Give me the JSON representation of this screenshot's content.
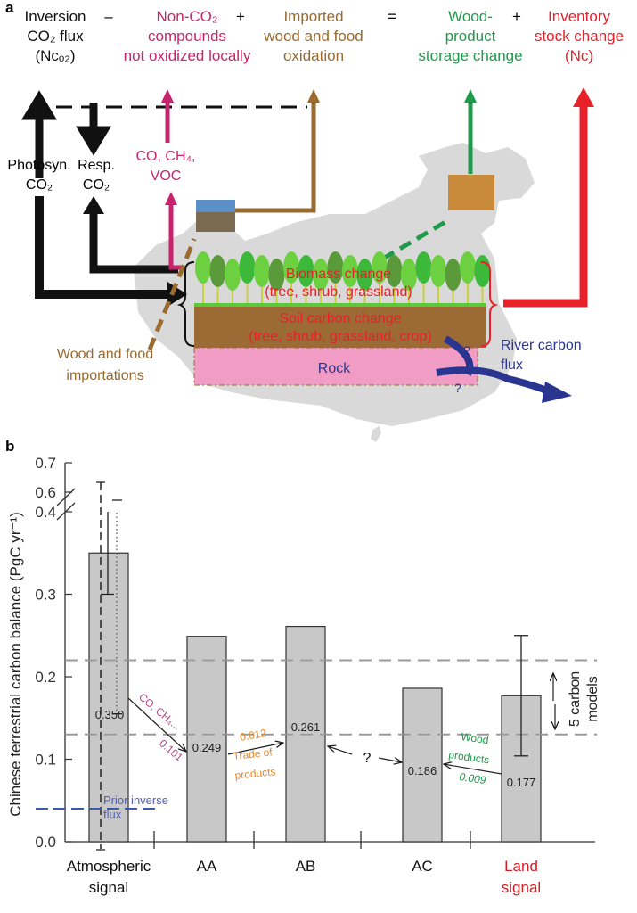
{
  "panel_a": {
    "label": "a",
    "equation": [
      {
        "lines": [
          "Inversion",
          "CO₂ flux",
          "(Nᴄₒ₂)"
        ],
        "color": "#111111"
      },
      {
        "op": "–"
      },
      {
        "lines": [
          "Non-CO₂",
          "compounds",
          "not oxidized locally"
        ],
        "color": "#c8246e"
      },
      {
        "op": "+"
      },
      {
        "lines": [
          "Imported",
          "wood and food",
          "oxidation"
        ],
        "color": "#9a6a2e"
      },
      {
        "op": "="
      },
      {
        "lines": [
          "Wood-",
          "product",
          "storage change"
        ],
        "color": "#1f9a4a"
      },
      {
        "op": "+"
      },
      {
        "lines": [
          "Inventory",
          "stock change",
          "(Nᴄ)"
        ],
        "color": "#e8202a"
      }
    ],
    "photosyn": [
      "Photosyn.",
      "CO₂"
    ],
    "resp": [
      "Resp.",
      "CO₂"
    ],
    "non_co2_species": [
      "CO, CH₄,",
      "VOC"
    ],
    "biomass": [
      "Biomass change",
      "(tree, shrub, grassland)"
    ],
    "soil": [
      "Soil carbon change",
      "(tree, shrub, grassland, crop)"
    ],
    "rock": "Rock",
    "wood_food_import": [
      "Wood and food",
      "importations"
    ],
    "river": [
      "River carbon",
      "flux"
    ],
    "question": "?",
    "colors": {
      "black": "#111111",
      "magenta": "#c8246e",
      "brown": "#9a6a2e",
      "green": "#1f9a4a",
      "red": "#e8202a",
      "blue": "#2a3590",
      "map": "#d9d9d9",
      "soil": "#9c6a35",
      "rock": "#f19cc4",
      "tree": "#4cbf3a"
    }
  },
  "chart_data": {
    "label": "b",
    "type": "bar",
    "ylabel": "Chinese terrestrial carbon balance (PgC yr⁻¹)",
    "yticks": [
      "0.0",
      "0.1",
      "0.2",
      "0.3",
      "0.4",
      "0.6",
      "0.7"
    ],
    "ylim": [
      0,
      0.7
    ],
    "axis_break": [
      0.4,
      0.6
    ],
    "categories": [
      {
        "label": [
          "Atmospheric",
          "signal"
        ],
        "color": "#111111"
      },
      {
        "label": [
          "AA"
        ],
        "color": "#111111"
      },
      {
        "label": [
          "AB"
        ],
        "color": "#111111"
      },
      {
        "label": [
          "AC"
        ],
        "color": "#111111"
      },
      {
        "label": [
          "Land",
          "signal"
        ],
        "color": "#d0202a"
      }
    ],
    "values": [
      0.35,
      0.249,
      0.261,
      0.186,
      0.177
    ],
    "value_labels": [
      "0.350",
      "0.249",
      "0.261",
      "0.186",
      "0.177"
    ],
    "errors": {
      "atmospheric_solid": [
        0.3,
        0.4
      ],
      "atmospheric_dashed": [
        -0.005,
        0.65
      ],
      "atmospheric_dotted": [
        0.155,
        0.63
      ],
      "land": [
        0.104,
        0.25
      ]
    },
    "model_range": {
      "lines": [
        0.13,
        0.22
      ],
      "label": [
        "5 carbon",
        "models"
      ]
    },
    "prior_inverse_flux": {
      "value": 0.04,
      "label": [
        "Prior inverse",
        "flux"
      ]
    },
    "annotations": [
      {
        "text": "CO, CH₄...",
        "color": "#b04a8a"
      },
      {
        "text": "0.101",
        "color": "#b04a8a"
      },
      {
        "text": "0.012",
        "color": "#e8892a"
      },
      {
        "text": "Trade of",
        "color": "#e8892a"
      },
      {
        "text": "products",
        "color": "#e8892a"
      },
      {
        "text": "?",
        "color": "#111111"
      },
      {
        "text": "Wood",
        "color": "#1f9a4a"
      },
      {
        "text": "products",
        "color": "#1f9a4a"
      },
      {
        "text": "0.009",
        "color": "#1f9a4a"
      }
    ]
  }
}
